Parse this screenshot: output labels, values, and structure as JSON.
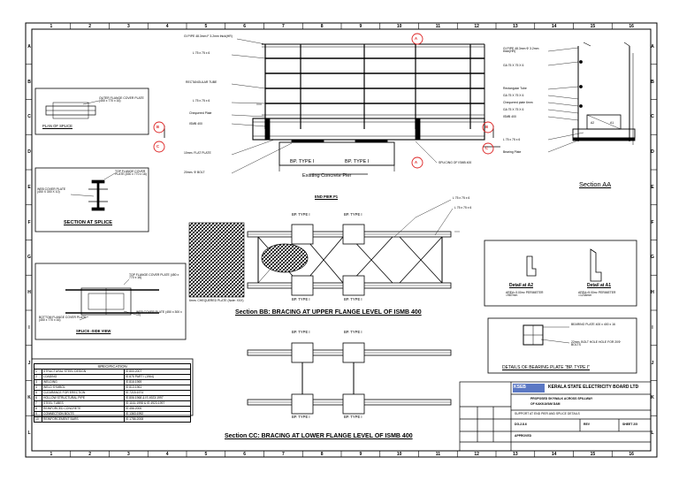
{
  "grid": {
    "cols": [
      "1",
      "2",
      "3",
      "4",
      "5",
      "6",
      "7",
      "8",
      "9",
      "10",
      "11",
      "12",
      "13",
      "14",
      "15",
      "16"
    ],
    "rows": [
      "A",
      "B",
      "C",
      "D",
      "E",
      "F",
      "G",
      "H",
      "I",
      "J",
      "K",
      "L"
    ]
  },
  "main_view": {
    "top_labels": [
      "GI PIPE 48.3mm F 3.2mm thick(HR)",
      "L 75 x 75 x 6",
      "RECTANGULAR TUBE",
      "L 75 x 75 x 6",
      "Chequered Plate",
      "ISMB 400",
      "10mm. FLAT PLATE",
      "20mm. Φ BOLT"
    ],
    "callout_A": "A",
    "callout_B": "B",
    "callout_C": "C",
    "bp_left": "BP. TYPE I",
    "bp_right": "BP. TYPE I",
    "pier_text": "Existing Concrete Pier",
    "pier_title": "END PIER P1",
    "splicing_label": "SPLICING OF ISMB 400"
  },
  "section_aa": {
    "labels": [
      "GI PIPE 48.3mm Φ 3.2mm thick(HR)",
      "GA 75 X 75 X 6",
      "Rectangular Tube",
      "GA 75 X 75 X 6",
      "Chequered plate 6mm",
      "GA 75 X 75 X 6",
      "ISMB 400",
      "L 75 x 75 x 6",
      "Bearing Plate"
    ],
    "title": "Section AA",
    "a2": "A2",
    "a1": "A1"
  },
  "plan_splice": {
    "label": "OUTER FLANGE COVER PLATE (450 x 770 x 16)",
    "title": "PLAN OF SPLICE"
  },
  "section_splice": {
    "label_top": "TOP FLANGE COVER PLATE (450 x 770 x 16)",
    "label_web": "WEB COVER PLATE (450 X 300 X 10)",
    "title": "SECTION AT SPLICE"
  },
  "splice_side": {
    "label_top": "TOP FLANGE COVER PLATE (450 x 770 x 16)",
    "label_web": "WEB COVER PLATE (450 x 300 x 10)",
    "label_bottom": "BOTTOM FLANGE COVER PLATE (450 x 770 x 16)",
    "title": "SPLICE -SIDE VIEW"
  },
  "section_bb": {
    "bp_labels": [
      "BP. TYPE I",
      "BP. TYPE I",
      "BP. TYPE I",
      "BP. TYPE I"
    ],
    "angle_label_1": "L 75 x 75 x 6",
    "angle_label_2": "L 75 x 75 x 6",
    "chequered_note": "6mm. CHEQUERED PLATE (Note: XXX)",
    "title": "Section BB: BRACING AT UPPER FLANGE LEVEL OF ISMB 400"
  },
  "section_cc": {
    "bp_labels": [
      "BP. TYPE I",
      "BP. TYPE I",
      "BP. TYPE I",
      "BP. TYPE I"
    ],
    "title": "Section CC: BRACING AT LOWER FLANGE LEVEL OF ISMB 400"
  },
  "details": {
    "a2_title": "Detail at A2",
    "a2_text": "AREA=3.00m²  PERIMETER =987mm",
    "a1_title": "Detail at A1",
    "a1_text": "AREA=5.00m²  PERIMETER =1234mm",
    "bearing_label_1": "BEARING PLATE 400 x 400 x 16",
    "bearing_label_2": "22mm. BOLT HOLE HOLE FOR 20Φ BOLTS",
    "bearing_title": "DETAILS OF BEARING PLATE \"BP. TYPE I\""
  },
  "specification": {
    "title": "SPECIFICATION",
    "rows": [
      [
        "1",
        "STRUCTURAL STEEL DESIGN",
        "IS 800:2007"
      ],
      [
        "2",
        "LOADING",
        "IS 875 PART I (1964)"
      ],
      [
        "3",
        "WELDING",
        "IS 816:1969"
      ],
      [
        "4",
        "WELD SYMBOL",
        "IS 813:1961"
      ],
      [
        "5",
        "CLEARANCE FOR ERECTION",
        "IS 7215:1974"
      ],
      [
        "6",
        "HOLLOW STRUCTURAL PIPE",
        "IS 806:1968 & IS 4923:1997"
      ],
      [
        "7",
        "STEEL TUBES",
        "IS 1161:1998 & IS 4923:1997"
      ],
      [
        "8",
        "REINFORCED CONCRETE",
        "IS 456:2000"
      ],
      [
        "9",
        "CONNECTION BOLTS",
        "IS 1363:1992"
      ],
      [
        "10",
        "REINFORCEMENT BARS",
        "IS 1786:2008"
      ]
    ]
  },
  "title_block": {
    "org": "KERALA STATE ELECTRICITY BOARD LTD",
    "project_1": "PROPOSED SKYWALK ACROSS SPILLWAY",
    "project_2": "OF KAKKAYAM DAM",
    "sheet_title": "SUPPORT AT END PIER AND SPLICE DETAILS",
    "drawing_no": "DG-2.8.6",
    "rev": "REV",
    "sheet": "SHEET 2/5",
    "approved": "APPROVED"
  }
}
